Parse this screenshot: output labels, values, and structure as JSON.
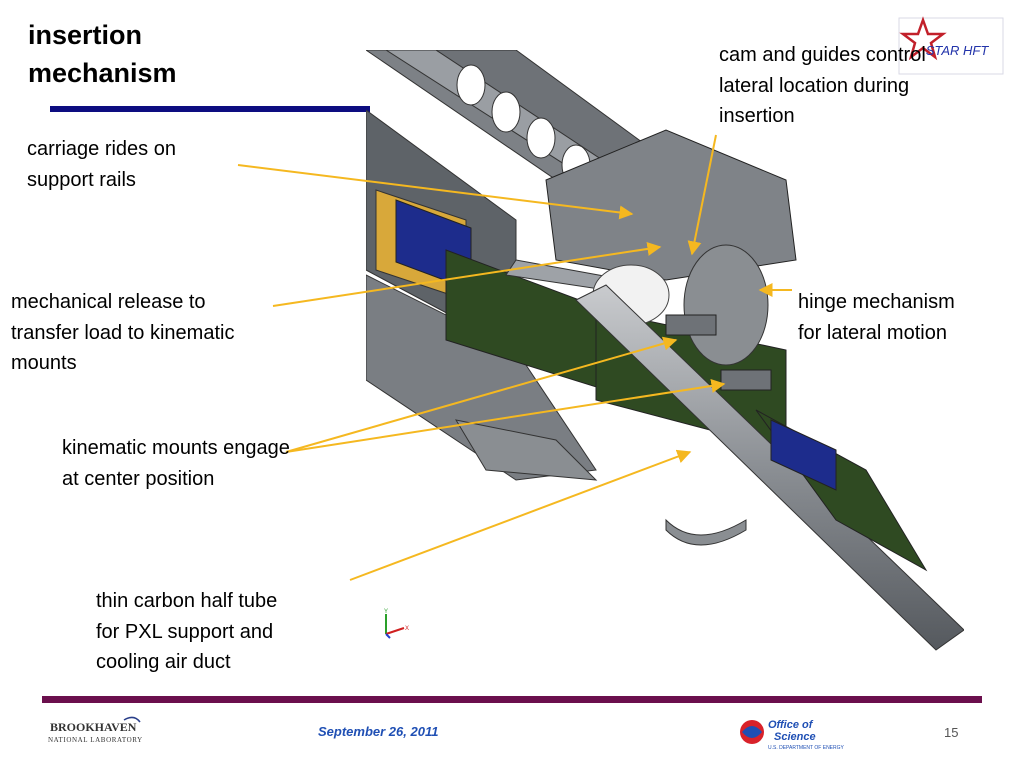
{
  "slide": {
    "title_line1": "insertion",
    "title_line2": "mechanism",
    "footer_date": "September 26, 2011",
    "page_number": "15"
  },
  "callouts": {
    "cam_line1": "cam and guides control",
    "cam_line2": "lateral location during",
    "cam_line3": "insertion",
    "carriage_line1": "carriage rides on",
    "carriage_line2": "support rails",
    "release_line1": "mechanical release to",
    "release_line2": "transfer load to kinematic",
    "release_line3": "mounts",
    "hinge_line1": "hinge mechanism",
    "hinge_line2": "for lateral motion",
    "kinematic_line1": "kinematic mounts engage",
    "kinematic_line2": "at center position",
    "tube_line1": "thin carbon half tube",
    "tube_line2": "for PXL support and",
    "tube_line3": "cooling air duct"
  },
  "logos": {
    "star_hft": "STAR HFT",
    "brookhaven": "BROOKHAVEN",
    "bnl_sub": "NATIONAL LABORATORY",
    "doe_line1": "Office of",
    "doe_line2": "Science",
    "doe_line3": "U.S. DEPARTMENT OF ENERGY"
  },
  "axes": {
    "y": "Y",
    "x": "X"
  },
  "colors": {
    "title_rule": "#0d0d80",
    "bottom_rule": "#6b0f4d",
    "leader": "#f5b820",
    "date_text": "#1f4fb4",
    "cad_gray": "#8a8e92",
    "cad_green": "#2f4a22",
    "cad_blue": "#1d2c8c"
  }
}
